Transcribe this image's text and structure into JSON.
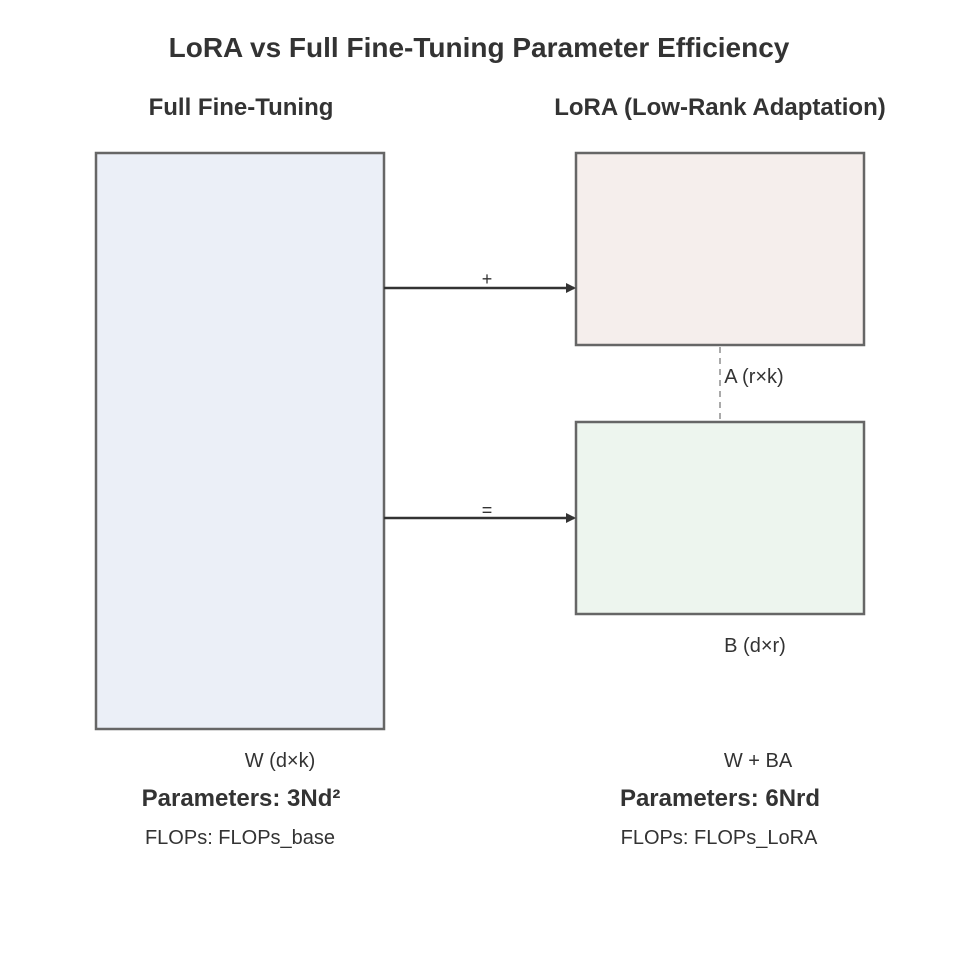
{
  "title": "LoRA vs Full Fine-Tuning Parameter Efficiency",
  "full": {
    "heading": "Full Fine-Tuning",
    "matrix_label": "W (d×k)",
    "parameters": "Parameters: 3Nd²",
    "flops": "FLOPs: FLOPs_base",
    "box_color": "#ebeff7"
  },
  "lora": {
    "heading": "LoRA (Low-Rank Adaptation)",
    "a_label": "A (r×k)",
    "b_label": "B (d×r)",
    "result_label": "W + BA",
    "parameters": "Parameters: 6Nrd",
    "flops": "FLOPs: FLOPs_LoRA",
    "a_box_color": "#f5eeec",
    "b_box_color": "#edf5ee"
  },
  "operators": {
    "plus": "+",
    "equals": "="
  },
  "colors": {
    "border": "#666666",
    "text": "#333333",
    "dashed_connector": "#aaaaaa"
  }
}
